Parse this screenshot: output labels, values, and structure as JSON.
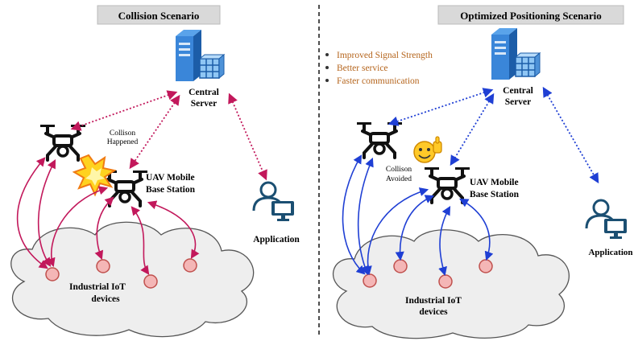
{
  "left": {
    "title": "Collision Scenario",
    "server_label": [
      "Central",
      "Server"
    ],
    "uav_label": [
      "UAV Mobile",
      "Base Station"
    ],
    "collision_label": [
      "Collison",
      "Happened"
    ],
    "app_label": "Application",
    "iot_label": [
      "Industrial IoT",
      "devices"
    ]
  },
  "right": {
    "title": "Optimized Positioning Scenario",
    "bullets": [
      "Improved Signal Strength",
      "Better service",
      "Faster communication"
    ],
    "server_label": [
      "Central",
      "Server"
    ],
    "uav_label": [
      "UAV Mobile",
      "Base Station"
    ],
    "collision_label": [
      "Collison",
      "Avoided"
    ],
    "app_label": "Application",
    "iot_label": [
      "Industrial IoT",
      "devices"
    ]
  },
  "colors": {
    "left_links": "#c2185b",
    "right_links": "#1f3fd4",
    "bullet_text": "#b5651d",
    "iot_node_fill": "#f4b6b6",
    "iot_node_stroke": "#c0504d",
    "cloud_fill": "#eeeeee",
    "title_box": "#d9d9d9"
  },
  "icons": [
    "server-icon",
    "drone-icon",
    "explosion-icon",
    "user-computer-icon",
    "thumbs-up-emoji-icon",
    "cloud-icon"
  ]
}
